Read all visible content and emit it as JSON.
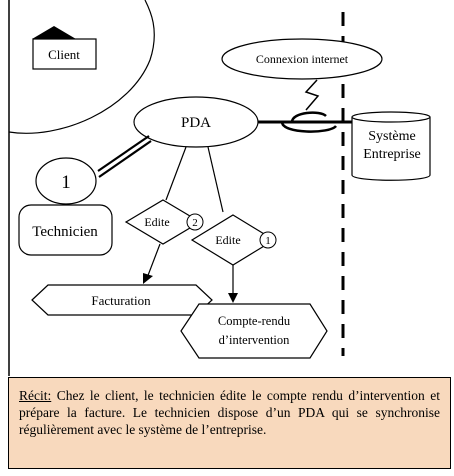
{
  "diagram": {
    "nodes": {
      "client": "Client",
      "connexion": "Connexion internet",
      "pda": "PDA",
      "systeme_line1": "Système",
      "systeme_line2": "Entreprise",
      "number_badge": "1",
      "technicien": "Technicien",
      "edite_2_label": "Edite",
      "edite_2_num": "2",
      "edite_1_label": "Edite",
      "edite_1_num": "1",
      "facturation": "Facturation",
      "compte_rendu_line1": "Compte-rendu",
      "compte_rendu_line2": "d’intervention"
    }
  },
  "recit": {
    "label": "Récit:",
    "text": " Chez le client, le technicien édite le compte rendu d’intervention et prépare la facture. Le technicien dispose d’un PDA qui se synchronise régulièrement avec le système de l’entreprise."
  }
}
